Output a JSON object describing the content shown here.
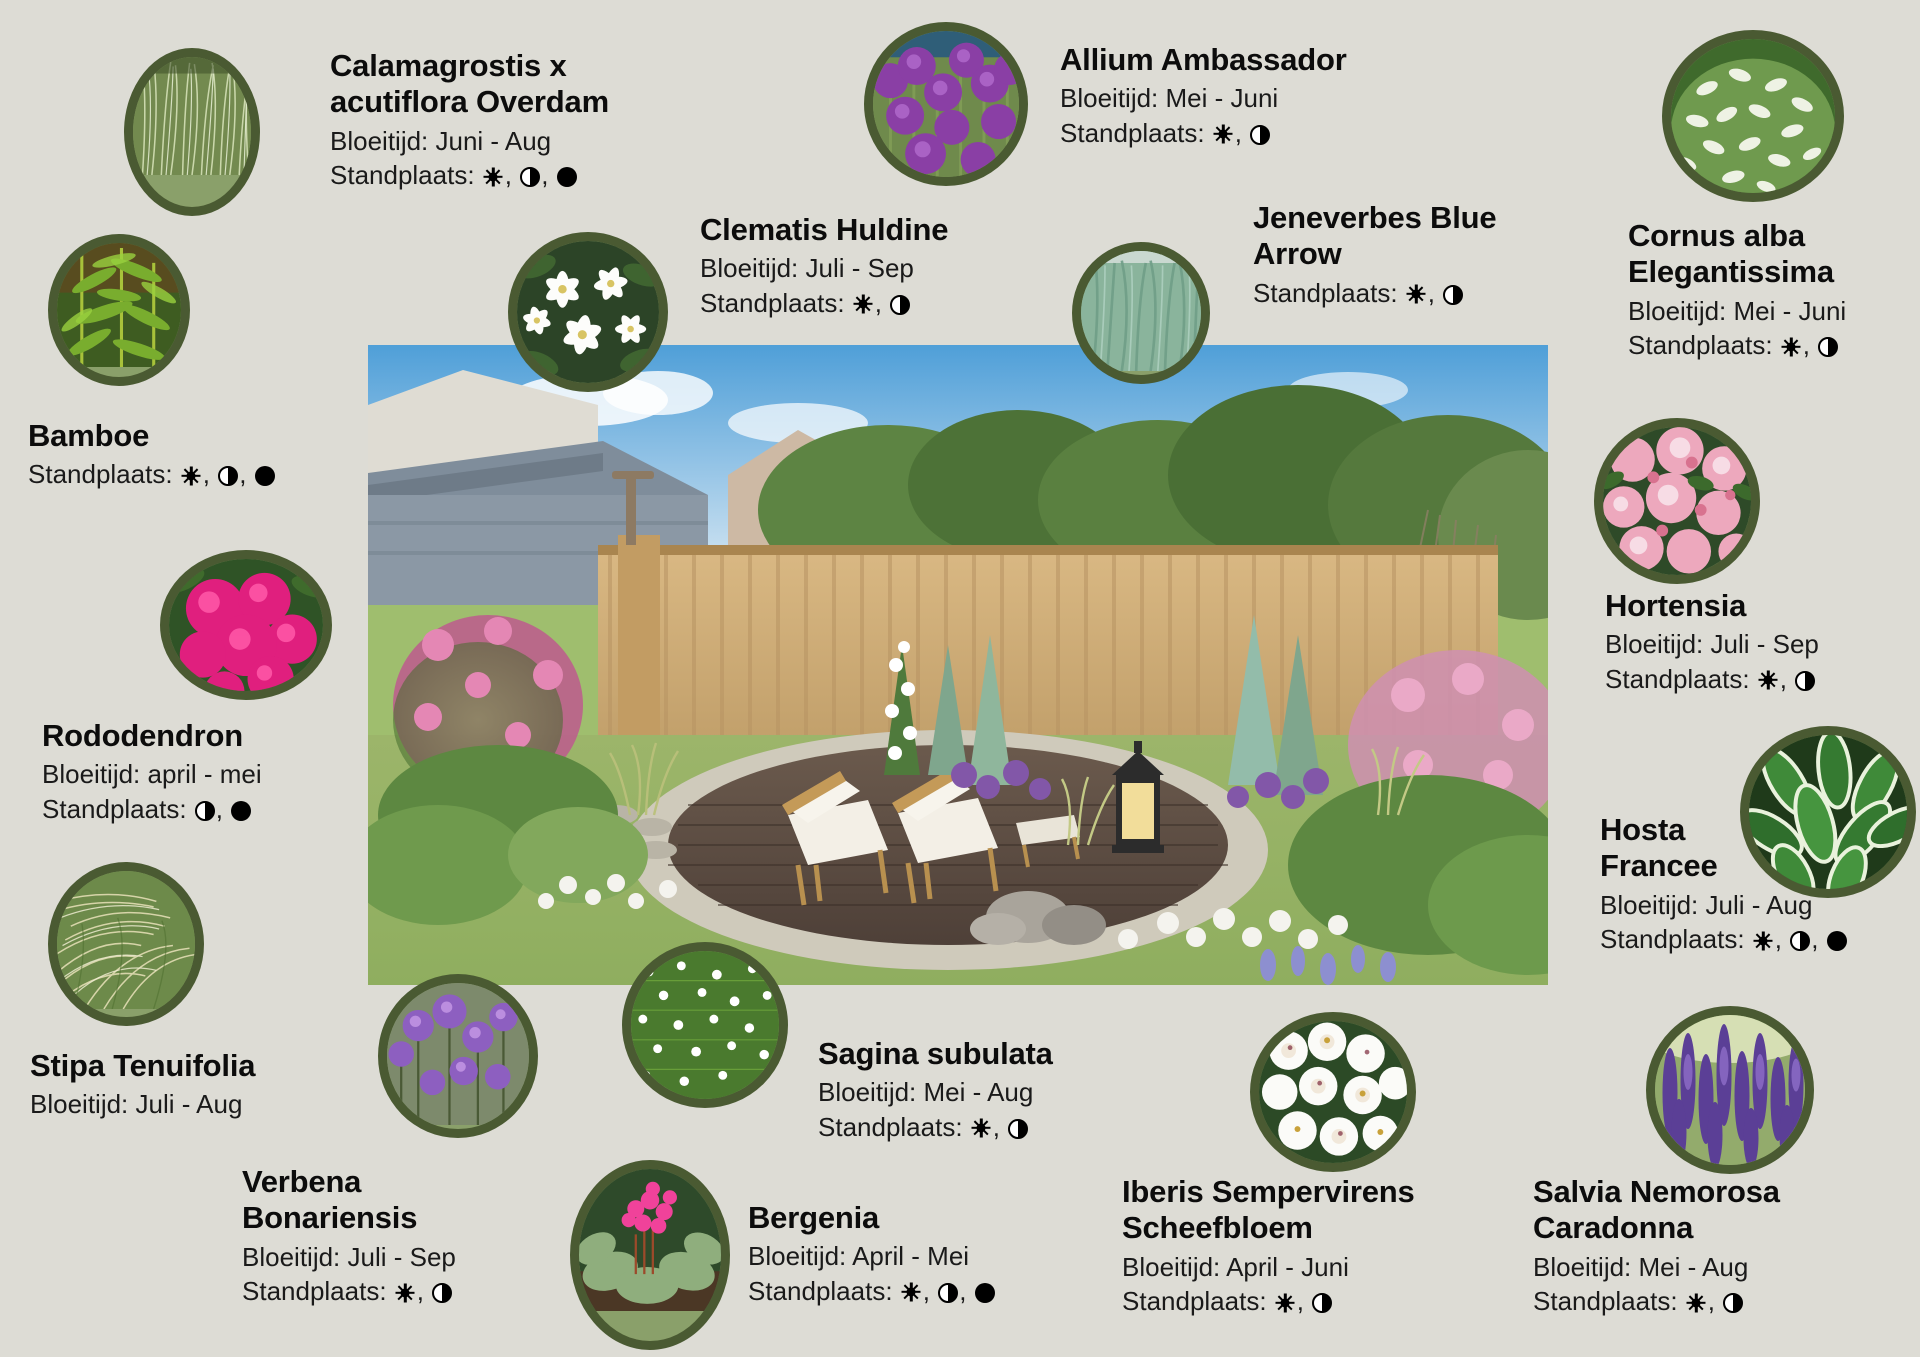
{
  "meta": {
    "background_color": "#dddcd5",
    "circle_border_color": "#4a5a32",
    "text_color": "#111111"
  },
  "labels": {
    "bloeitijd_prefix": "Bloeitijd:",
    "standplaats_prefix": "Standplaats:"
  },
  "icon_legend": {
    "sun": "full sun",
    "half": "partial shade",
    "full": "full shade"
  },
  "plants": [
    {
      "id": "calamagrostis",
      "name": "Calamagrostis x\nacutiflora Overdam",
      "bloeitijd": "Bloeitijd: Juni - Aug",
      "standplaats": "Standplaats:",
      "icons": [
        "sun",
        "half",
        "full"
      ],
      "photo": "ornamental-grass-variegated"
    },
    {
      "id": "bamboe",
      "name": "Bamboe",
      "bloeitijd": "",
      "standplaats": "Standplaats:",
      "icons": [
        "sun",
        "half",
        "full"
      ],
      "photo": "bamboo-leaves"
    },
    {
      "id": "rododendron",
      "name": "Rododendron",
      "bloeitijd": "Bloeitijd: april - mei",
      "standplaats": "Standplaats:",
      "icons": [
        "half",
        "full"
      ],
      "photo": "pink-rhododendron-blooms"
    },
    {
      "id": "stipa",
      "name": "Stipa Tenuifolia",
      "bloeitijd": "Bloeitijd: Juli - Aug",
      "standplaats": "",
      "icons": [],
      "photo": "feather-grass"
    },
    {
      "id": "verbena",
      "name": "Verbena\nBonariensis",
      "bloeitijd": "Bloeitijd: Juli - Sep",
      "standplaats": "Standplaats:",
      "icons": [
        "sun",
        "half"
      ],
      "photo": "purple-verbena"
    },
    {
      "id": "bergenia",
      "name": "Bergenia",
      "bloeitijd": "Bloeitijd: April - Mei",
      "standplaats": "Standplaats:",
      "icons": [
        "sun",
        "half",
        "full"
      ],
      "photo": "pink-bergenia"
    },
    {
      "id": "sagina",
      "name": "Sagina subulata",
      "bloeitijd": "Bloeitijd: Mei - Aug",
      "standplaats": "Standplaats:",
      "icons": [
        "sun",
        "half"
      ],
      "photo": "sagina-moss-white-flowers"
    },
    {
      "id": "clematis",
      "name": "Clematis Huldine",
      "bloeitijd": "Bloeitijd: Juli - Sep",
      "standplaats": "Standplaats:",
      "icons": [
        "sun",
        "half"
      ],
      "photo": "white-clematis-flowers"
    },
    {
      "id": "allium",
      "name": "Allium Ambassador",
      "bloeitijd": "Bloeitijd: Mei - Juni",
      "standplaats": "Standplaats:",
      "icons": [
        "sun",
        "half"
      ],
      "photo": "purple-allium-globes"
    },
    {
      "id": "jeneverbes",
      "name": "Jeneverbes Blue\nArrow",
      "bloeitijd": "",
      "standplaats": "Standplaats:",
      "icons": [
        "sun",
        "half"
      ],
      "photo": "blue-juniper-column"
    },
    {
      "id": "cornus",
      "name": "Cornus alba\nElegantissima",
      "bloeitijd": "Bloeitijd: Mei - Juni",
      "standplaats": "Standplaats:",
      "icons": [
        "sun",
        "half"
      ],
      "photo": "variegated-dogwood-shrub"
    },
    {
      "id": "hortensia",
      "name": "Hortensia",
      "bloeitijd": "Bloeitijd: Juli - Sep",
      "standplaats": "Standplaats:",
      "icons": [
        "sun",
        "half"
      ],
      "photo": "pink-hydrangea"
    },
    {
      "id": "hosta",
      "name": "Hosta\nFrancee",
      "bloeitijd": "Bloeitijd: Juli - Aug",
      "standplaats": "Standplaats:",
      "icons": [
        "sun",
        "half",
        "full"
      ],
      "photo": "hosta-variegated-leaves"
    },
    {
      "id": "iberis",
      "name": "Iberis Sempervirens\nScheefbloem",
      "bloeitijd": "Bloeitijd: April - Juni",
      "standplaats": "Standplaats:",
      "icons": [
        "sun",
        "half"
      ],
      "photo": "white-iberis-flowers"
    },
    {
      "id": "salvia",
      "name": "Salvia Nemorosa\nCaradonna",
      "bloeitijd": "Bloeitijd: Mei - Aug",
      "standplaats": "Standplaats:",
      "icons": [
        "sun",
        "half"
      ],
      "photo": "purple-salvia-spikes"
    }
  ],
  "garden_render": {
    "description": "3D garden design render: wooden deck terrace with two white sun loungers and side table, lantern, wooden fence, sky with clouds, lawn, planting borders with conifers, allium, hydrangea and ornamental grasses"
  }
}
